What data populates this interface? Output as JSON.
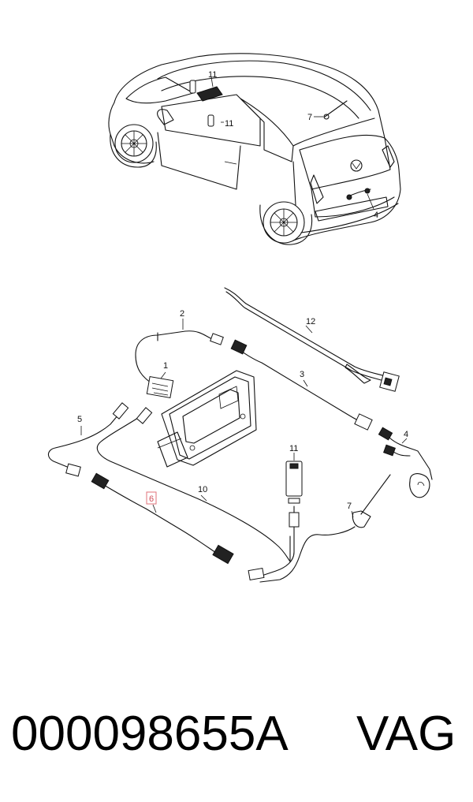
{
  "callouts": {
    "car_11_top": "11",
    "car_11_mid": "11",
    "car_7": "7",
    "car_4": "4",
    "p1": "1",
    "p2": "2",
    "p3": "3",
    "p4": "4",
    "p5": "5",
    "p6": "6",
    "p7": "7",
    "p10": "10",
    "p11": "11",
    "p12": "12"
  },
  "highlight_color": "#e0707a",
  "footer": {
    "part_number": "000098655A",
    "manufacturer": "VAG"
  }
}
